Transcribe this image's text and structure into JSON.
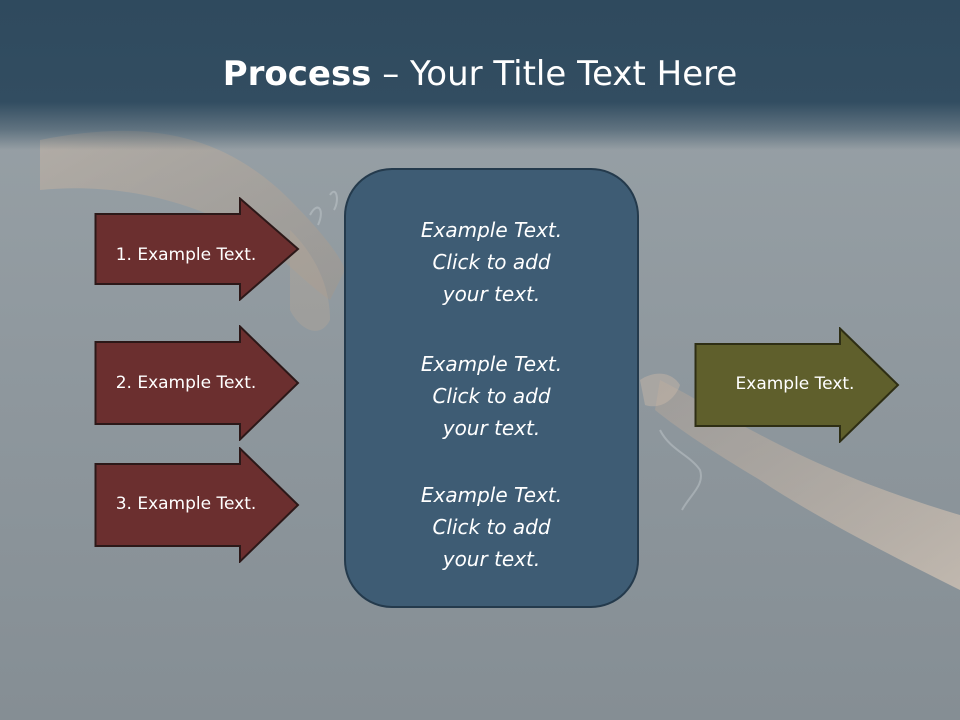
{
  "slide": {
    "title_bold": "Process",
    "title_rest": " – Your Title Text Here",
    "left_items": [
      {
        "label": "1. Example Text."
      },
      {
        "label": "2. Example Text."
      },
      {
        "label": "3. Example Text."
      }
    ],
    "center_blocks": [
      {
        "lines": [
          "Example Text.",
          "Click  to add",
          "your text."
        ]
      },
      {
        "lines": [
          "Example Text.",
          "Click  to add",
          "your text."
        ]
      },
      {
        "lines": [
          "Example Text.",
          "Click  to add",
          "your text."
        ]
      }
    ],
    "output": {
      "label": "Example Text."
    }
  },
  "colors": {
    "header": "#324d61",
    "left_arrow_fill": "#6b2f2f",
    "center_fill": "#3e5c74",
    "output_arrow_fill": "#5f5f2c"
  }
}
